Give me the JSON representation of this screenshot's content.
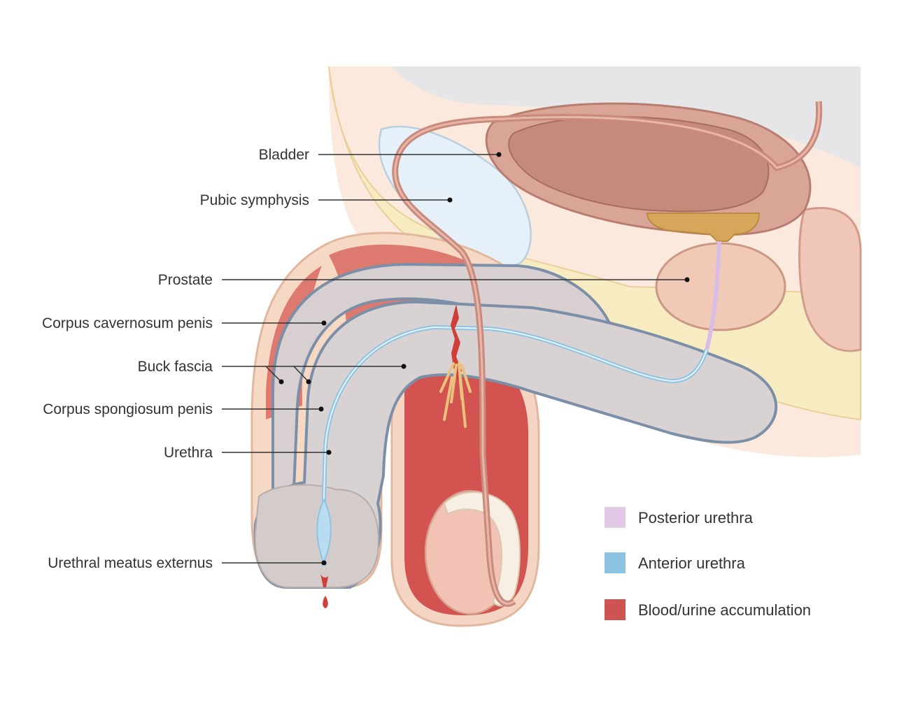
{
  "labels": {
    "bladder": "Bladder",
    "pubic_symphysis": "Pubic symphysis",
    "prostate": "Prostate",
    "corpus_cavernosum": "Corpus cavernosum penis",
    "buck_fascia": "Buck fascia",
    "corpus_spongiosum": "Corpus spongiosum penis",
    "urethra": "Urethra",
    "urethral_meatus": "Urethral meatus externus"
  },
  "legend": [
    {
      "label": "Posterior urethra",
      "color": "#e3c9e8"
    },
    {
      "label": "Anterior urethra",
      "color": "#8ec4e3"
    },
    {
      "label": "Blood/urine accumulation",
      "color": "#cf5350"
    }
  ],
  "colors": {
    "skin": "#f6d9c4",
    "skin_outline": "#e2b79e",
    "blood": "#d65a56",
    "bladder": "#d49e92",
    "prostate": "#f0c6b4",
    "shaft": "#d9d2d2",
    "fascia": "#7b90a8",
    "fat": "#f5e8bf",
    "bone": "#e4eff7",
    "anterior_urethra": "#8ec4e3",
    "posterior_urethra": "#d9bde6"
  }
}
